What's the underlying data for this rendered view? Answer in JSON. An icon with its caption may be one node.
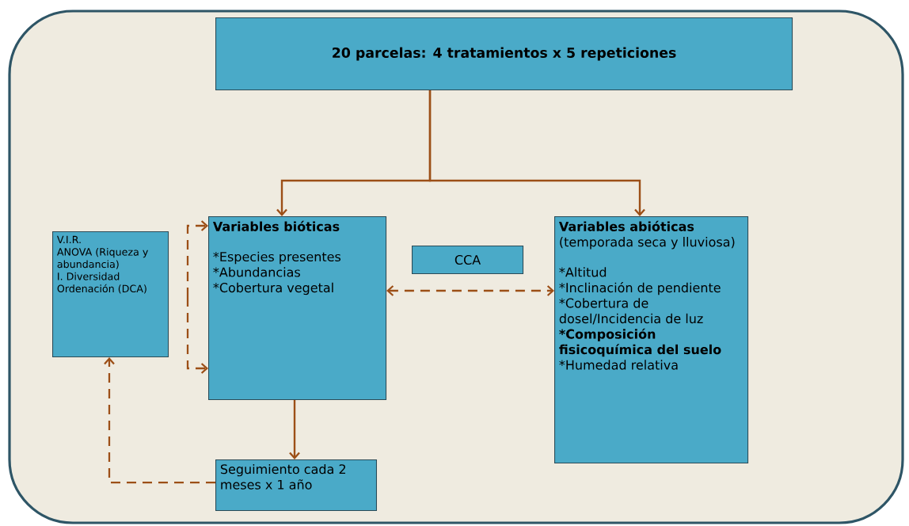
{
  "diagram": {
    "nodes": [
      {
        "text": [
          "20 parcelas: 4 tratamientos x 5 repeticiones"
        ]
      },
      {
        "text": [
          "V.I.R.",
          "ANOVA (Riqueza y abundancia)",
          "I. Diversidad",
          "Ordenación (DCA)"
        ]
      },
      {
        "text": [
          "Variables bióticas",
          "*Especies presentes",
          "*Abundancias",
          "*Cobertura vegetal"
        ]
      },
      {
        "text": [
          "CCA"
        ]
      },
      {
        "text": [
          "Variables abióticas",
          "(temporada seca y lluviosa)",
          "*Altitud",
          "*Inclinación de pendiente",
          "*Cobertura de dosel/Incidencia de luz",
          "*Composición fisicoquímica del suelo",
          "*Humedad relativa"
        ]
      },
      {
        "text": [
          "Seguimiento cada 2 meses x 1 año"
        ]
      }
    ],
    "edges": [
      {
        "from": 0,
        "to": 2,
        "arrow": "to"
      },
      {
        "from": 0,
        "to": 4,
        "arrow": "to"
      },
      {
        "from": 2,
        "to": 4,
        "arrow": "both",
        "style": "dashed"
      },
      {
        "from": 2,
        "to": 5,
        "arrow": "to"
      },
      {
        "from": 5,
        "to": 1,
        "arrow": "to",
        "style": "dashed"
      },
      {
        "from": null,
        "to": 2,
        "arrow": "to",
        "style": "dashed"
      },
      {
        "from": null,
        "to": 2,
        "arrow": "to",
        "style": "dashed"
      }
    ]
  }
}
